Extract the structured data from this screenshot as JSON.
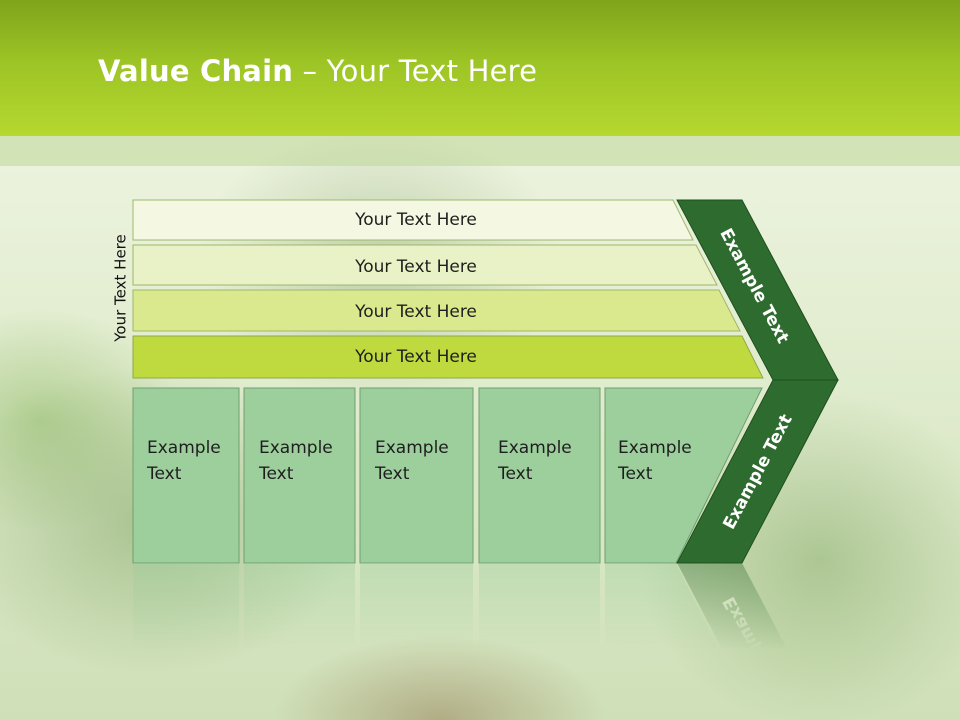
{
  "slide": {
    "title_bold": "Value Chain",
    "title_rest": " – Your Text Here"
  },
  "diagram": {
    "side_label": "Your Text Here",
    "rows": [
      "Your Text Here",
      "Your Text Here",
      "Your Text Here",
      "Your Text Here"
    ],
    "columns": [
      {
        "line1": "Example",
        "line2": "Text"
      },
      {
        "line1": "Example",
        "line2": "Text"
      },
      {
        "line1": "Example",
        "line2": "Text"
      },
      {
        "line1": "Example",
        "line2": "Text"
      },
      {
        "line1": "Example",
        "line2": "Text"
      }
    ],
    "arrow_upper_label": "Example Text",
    "arrow_lower_label": "Example Text",
    "colors": {
      "row_fills": [
        "#f4f8e3",
        "#e9f2c6",
        "#dbe98e",
        "#bfda3e"
      ],
      "cell_fill": "#9dcf9d",
      "arrow_fill": "#2e6b2e",
      "header_top": "#7fa41b",
      "header_bottom": "#b6d830"
    }
  }
}
